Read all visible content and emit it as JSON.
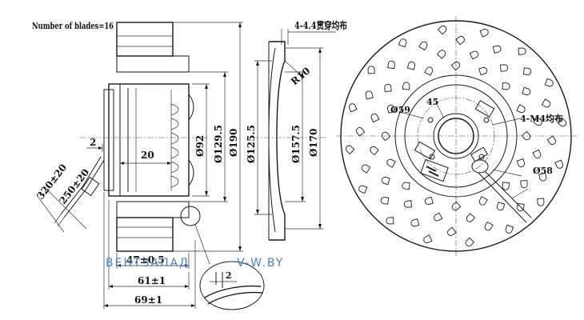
{
  "labels": {
    "blades": "Number of blades=16",
    "holes_through": "4-4.4贯穿均布",
    "radius": "R10",
    "dim_2_left": "2",
    "dim_20": "20",
    "dia_92": "Ø92",
    "dia_129_5": "Ø129.5",
    "dia_190": "Ø190",
    "dia_125_5": "Ø125.5",
    "dia_157_5": "Ø157.5",
    "dia_170": "Ø170",
    "cable_320": "320±20",
    "cable_250": "250±20",
    "len_47": "47±0.5",
    "len_61": "61±1",
    "len_69": "69±1",
    "detail_2": "2",
    "dia_59": "Ø59",
    "angle_45": "45",
    "m4_holes": "4-M4均布",
    "dia_58": "Ø58"
  },
  "watermark": {
    "brand": "ВЕНТЗАПАД",
    "site": "V-W.BY",
    "color": "#4a7fc0"
  }
}
